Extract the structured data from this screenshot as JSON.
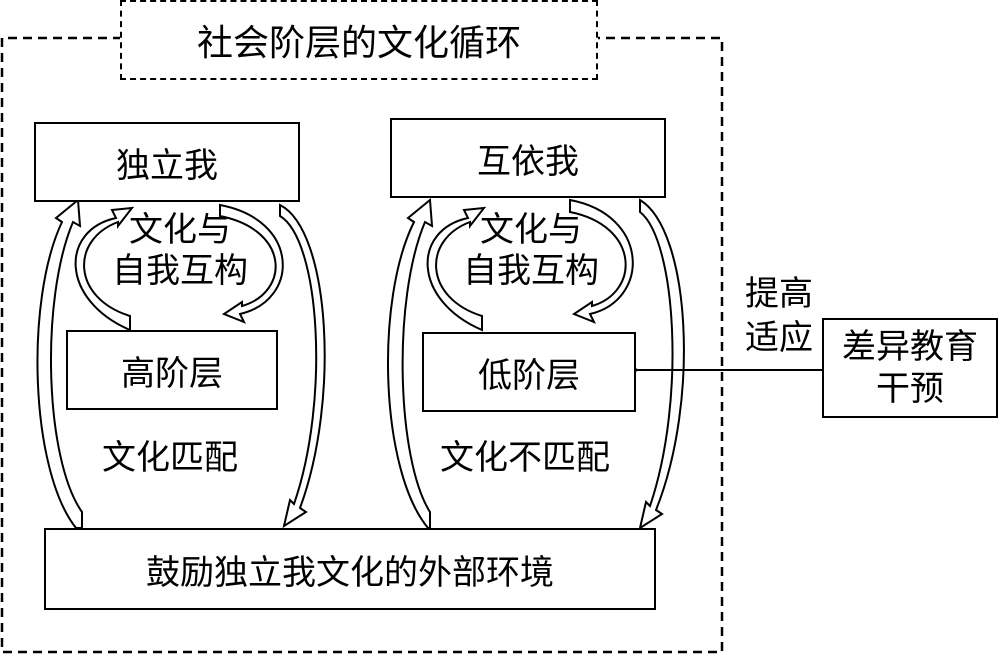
{
  "title": "社会阶层的文化循环",
  "left_cycle": {
    "self_box": "独立我",
    "inner_loop_label_line1": "文化与",
    "inner_loop_label_line2": "自我互构",
    "class_box": "高阶层",
    "outer_loop_label": "文化匹配"
  },
  "right_cycle": {
    "self_box": "互依我",
    "inner_loop_label_line1": "文化与",
    "inner_loop_label_line2": "自我互构",
    "class_box": "低阶层",
    "outer_loop_label": "文化不匹配"
  },
  "environment_box": "鼓励独立我文化的外部环境",
  "intervention": {
    "box_line1": "差异教育",
    "box_line2": "干预",
    "arrow_label_line1": "提高",
    "arrow_label_line2": "适应"
  }
}
